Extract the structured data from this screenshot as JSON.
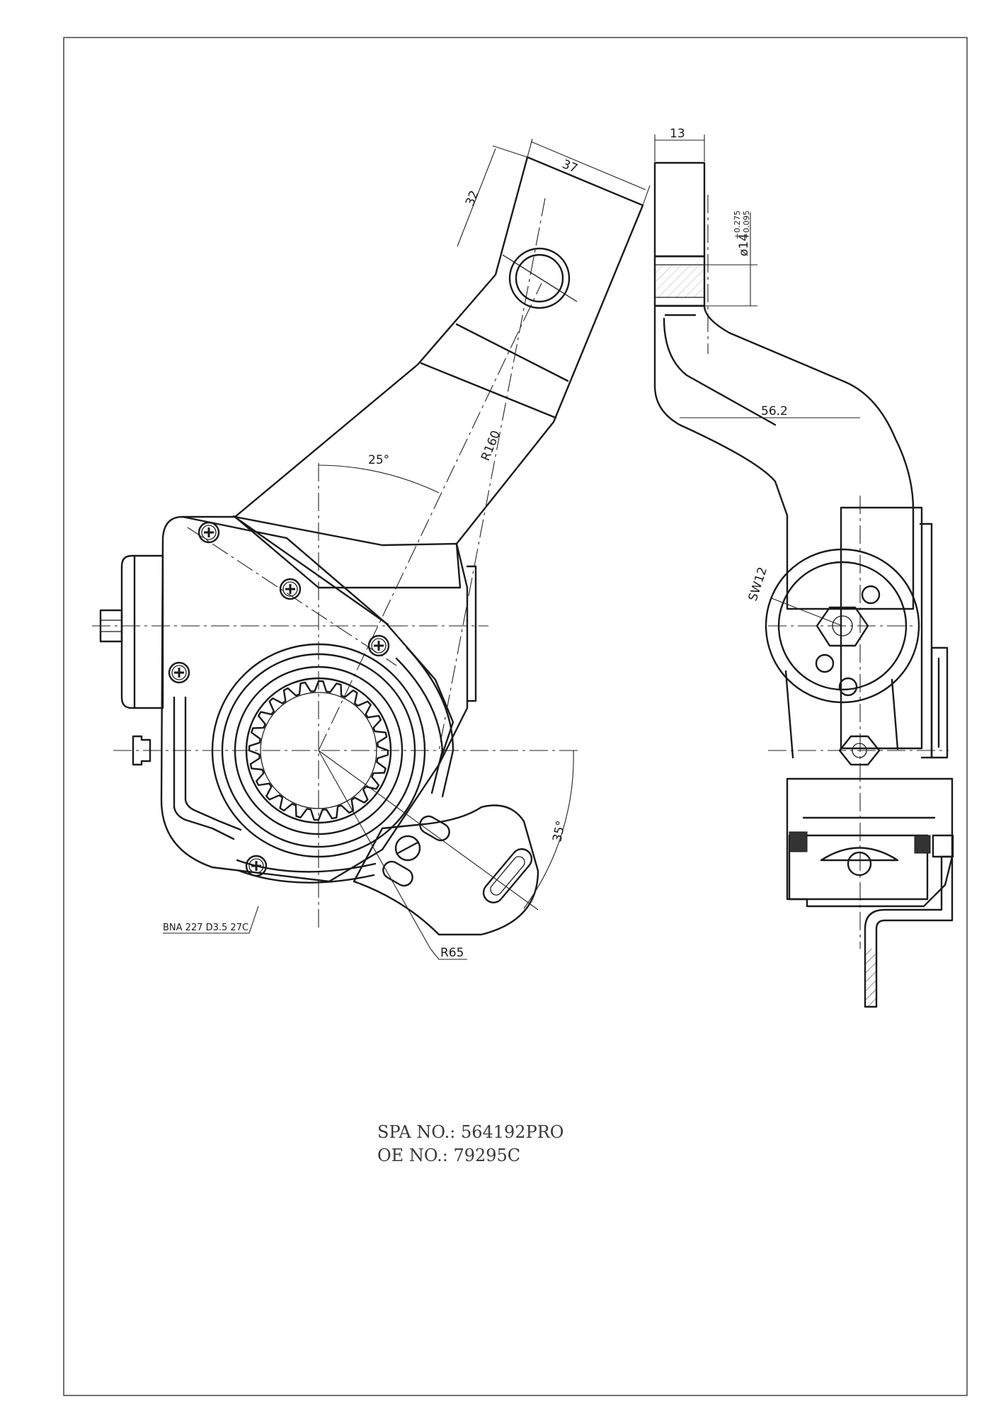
{
  "dimensions": {
    "width_37": "37",
    "height_32": "32",
    "radius_160": "R160",
    "angle_25": "25°",
    "angle_35": "35°",
    "radius_65": "R65",
    "thickness_13": "13",
    "hole_diameter": "ø14",
    "hole_tol_upper": "+0.275",
    "hole_tol_lower": "+0.095",
    "offset_56_2": "56.2",
    "wrench_size": "SW12"
  },
  "marking": "BNA 227 D3.5 27C",
  "part_info": {
    "spa_no": "SPA NO.: 564192PRO",
    "oe_no": "OE NO.: 79295C"
  }
}
